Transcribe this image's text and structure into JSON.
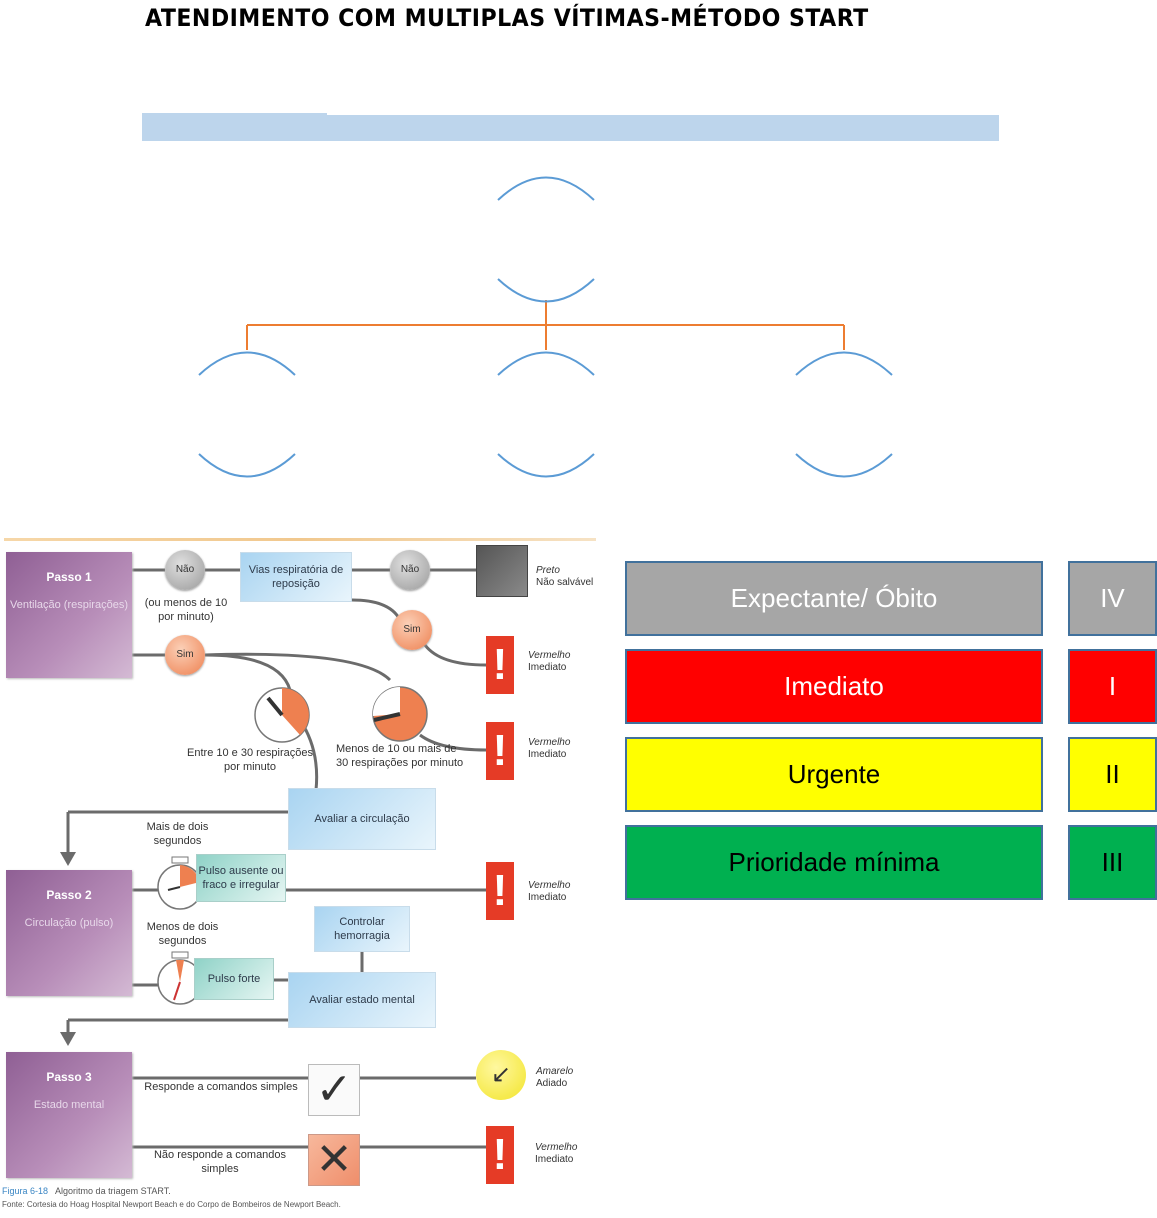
{
  "page": {
    "title": "ATENDIMENTO COM MULTIPLAS VÍTIMAS-MÉTODO START"
  },
  "diagram": {
    "node_stroke": "#5b9bd5",
    "connector_color": "#ed7d31",
    "nodes": [
      {
        "id": "root",
        "label": ""
      },
      {
        "id": "child-1",
        "label": ""
      },
      {
        "id": "child-2",
        "label": ""
      },
      {
        "id": "child-3",
        "label": ""
      }
    ]
  },
  "flowchart": {
    "steps": [
      {
        "title": "Passo 1",
        "subtitle": "Ventilação (respirações)"
      },
      {
        "title": "Passo 2",
        "subtitle": "Circulação (pulso)"
      },
      {
        "title": "Passo 3",
        "subtitle": "Estado mental"
      }
    ],
    "nodes": {
      "nao_1": "Não",
      "nao_2": "Não",
      "sim_1": "Sim",
      "sim_2": "Sim"
    },
    "labels": {
      "menos_10": "(ou menos de 10 por minuto)",
      "vias": "Vias respiratória de reposição",
      "entre_10_30": "Entre 10 e 30 respirações por minuto",
      "menos_10_mais_30": "Menos de 10 ou mais de 30 respirações por minuto",
      "avaliar_circ": "Avaliar a circulação",
      "mais_dois": "Mais de dois segundos",
      "pulso_ausente": "Pulso ausente ou fraco e irregular",
      "menos_dois": "Menos de dois segundos",
      "pulso_forte": "Pulso forte",
      "controlar": "Controlar hemorragia",
      "avaliar_mental": "Avaliar estado mental",
      "responde": "Responde a comandos simples",
      "nao_responde": "Não responde a comandos simples"
    },
    "outcomes": {
      "preto": {
        "color": "Preto",
        "status": "Não salvável"
      },
      "vermelho": {
        "color": "Vermelho",
        "status": "Imediato"
      },
      "amarelo": {
        "color": "Amarelo",
        "status": "Adiado"
      }
    },
    "caption": {
      "figure": "Figura 6-18",
      "text": "Algoritmo da triagem START.",
      "source": "Fonte: Cortesia do Hoag Hospital Newport Beach e do Corpo de Bombeiros de Newport Beach."
    }
  },
  "priority_table": [
    {
      "label": "Expectante/ Óbito",
      "code": "IV",
      "bg": "#a6a6a6",
      "fg": "#ffffff"
    },
    {
      "label": "Imediato",
      "code": "I",
      "bg": "#ff0000",
      "fg": "#ffffff"
    },
    {
      "label": "Urgente",
      "code": "II",
      "bg": "#ffff00",
      "fg": "#000000"
    },
    {
      "label": "Prioridade mínima",
      "code": "III",
      "bg": "#00b050",
      "fg": "#000000"
    }
  ]
}
